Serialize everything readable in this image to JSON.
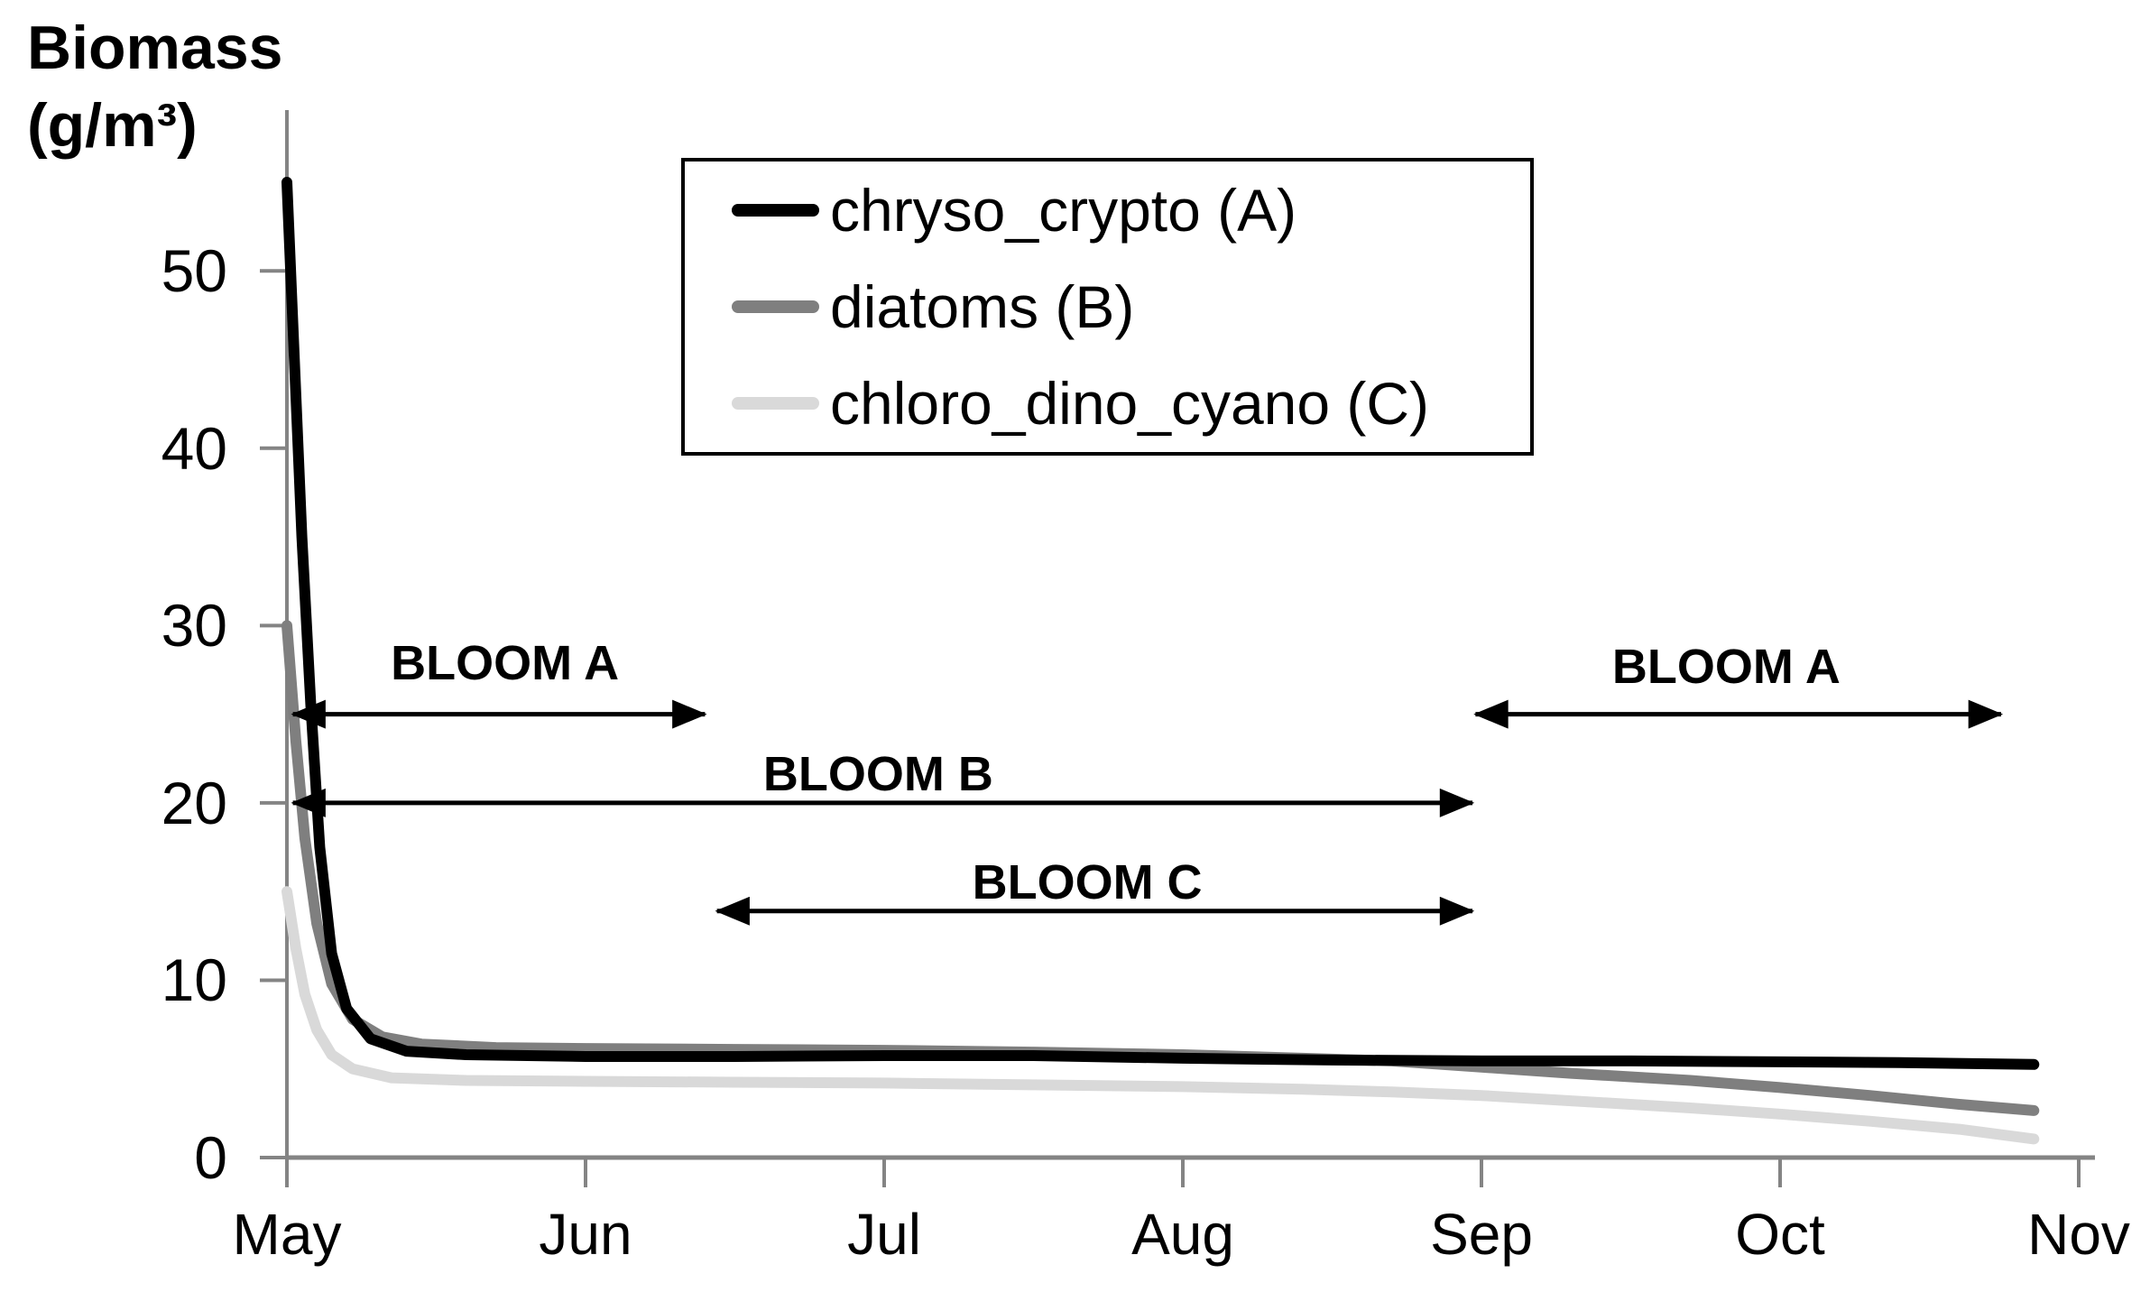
{
  "title": {
    "line1": "Biomass",
    "line2": "(g/m³)"
  },
  "chart_data": {
    "type": "line",
    "title": "Biomass (g/m³)",
    "xlabel": "",
    "ylabel": "Biomass (g/m³)",
    "grid": false,
    "legend_position": "top-center-inside",
    "x_axis": {
      "unit": "month",
      "tick_labels": [
        "May",
        "Jun",
        "Jul",
        "Aug",
        "Sep",
        "Oct",
        "Nov"
      ]
    },
    "y_axis": {
      "ticks": [
        0,
        10,
        20,
        30,
        40,
        50
      ],
      "range": [
        0,
        57
      ]
    },
    "series": [
      {
        "name": "chryso_crypto (A)",
        "color": "#000000",
        "points": [
          [
            0,
            55
          ],
          [
            0.02,
            47
          ],
          [
            0.05,
            35
          ],
          [
            0.08,
            25.5
          ],
          [
            0.11,
            17.5
          ],
          [
            0.15,
            11.5
          ],
          [
            0.2,
            8.4
          ],
          [
            0.28,
            6.7
          ],
          [
            0.4,
            6.0
          ],
          [
            0.6,
            5.8
          ],
          [
            1.0,
            5.7
          ],
          [
            1.5,
            5.7
          ],
          [
            2.0,
            5.75
          ],
          [
            2.5,
            5.75
          ],
          [
            3.0,
            5.6
          ],
          [
            3.5,
            5.5
          ],
          [
            4.0,
            5.45
          ],
          [
            4.5,
            5.45
          ],
          [
            5.0,
            5.4
          ],
          [
            5.4,
            5.35
          ],
          [
            5.85,
            5.25
          ]
        ]
      },
      {
        "name": "diatoms (B)",
        "color": "#7f7f7f",
        "points": [
          [
            0,
            30
          ],
          [
            0.03,
            23.5
          ],
          [
            0.06,
            18
          ],
          [
            0.1,
            13.2
          ],
          [
            0.15,
            9.8
          ],
          [
            0.22,
            7.8
          ],
          [
            0.32,
            6.8
          ],
          [
            0.45,
            6.4
          ],
          [
            0.7,
            6.2
          ],
          [
            1.0,
            6.15
          ],
          [
            1.5,
            6.1
          ],
          [
            2.0,
            6.05
          ],
          [
            2.5,
            5.95
          ],
          [
            3.0,
            5.8
          ],
          [
            3.4,
            5.6
          ],
          [
            3.7,
            5.45
          ],
          [
            4.0,
            5.1
          ],
          [
            4.3,
            4.75
          ],
          [
            4.7,
            4.35
          ],
          [
            5.0,
            3.95
          ],
          [
            5.3,
            3.5
          ],
          [
            5.6,
            3.0
          ],
          [
            5.85,
            2.65
          ]
        ]
      },
      {
        "name": "chloro_dino_cyano (C)",
        "color": "#d9d9d9",
        "points": [
          [
            0,
            15
          ],
          [
            0.03,
            11.8
          ],
          [
            0.06,
            9.2
          ],
          [
            0.1,
            7.2
          ],
          [
            0.15,
            5.8
          ],
          [
            0.22,
            5.0
          ],
          [
            0.35,
            4.5
          ],
          [
            0.6,
            4.35
          ],
          [
            1.0,
            4.3
          ],
          [
            1.5,
            4.25
          ],
          [
            2.0,
            4.2
          ],
          [
            2.5,
            4.1
          ],
          [
            3.0,
            4.0
          ],
          [
            3.4,
            3.85
          ],
          [
            3.7,
            3.7
          ],
          [
            4.0,
            3.5
          ],
          [
            4.3,
            3.2
          ],
          [
            4.7,
            2.8
          ],
          [
            5.0,
            2.45
          ],
          [
            5.3,
            2.05
          ],
          [
            5.6,
            1.6
          ],
          [
            5.85,
            1.05
          ]
        ]
      }
    ],
    "annotations": [
      {
        "label": "BLOOM A",
        "arrow_value": 25.0,
        "from_month": 0.02,
        "to_month": 1.4,
        "label_month": 0.73,
        "label_value": 27.9
      },
      {
        "label": "BLOOM B",
        "arrow_value": 20.0,
        "from_month": 0.02,
        "to_month": 3.97,
        "label_month": 1.98,
        "label_value": 21.6
      },
      {
        "label": "BLOOM C",
        "arrow_value": 13.9,
        "from_month": 1.44,
        "to_month": 3.97,
        "label_month": 2.68,
        "label_value": 15.5
      },
      {
        "label": "BLOOM A",
        "arrow_value": 25.0,
        "from_month": 3.98,
        "to_month": 5.74,
        "label_month": 4.82,
        "label_value": 27.7
      }
    ],
    "style": {
      "axis_color": "#848484",
      "arrow_color": "#000000"
    }
  }
}
